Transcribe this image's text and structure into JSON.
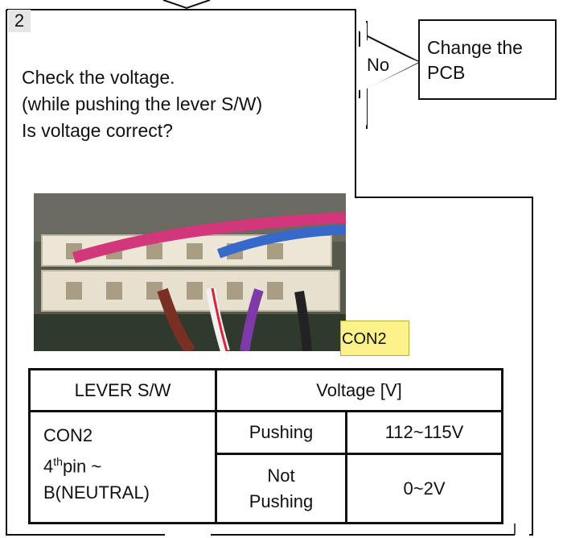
{
  "step": {
    "number": "2"
  },
  "question": {
    "line1": "Check the voltage.",
    "line2": "(while pushing the lever S/W)",
    "line3": "Is voltage correct?"
  },
  "branch": {
    "no_label": "No"
  },
  "action": {
    "line1": "Change the",
    "line2": "PCB"
  },
  "photo": {
    "connector_label": "CON2"
  },
  "table": {
    "header_col1": "LEVER S/W",
    "header_col2": "Voltage [V]",
    "pin_line1": "CON2",
    "pin_line2_num": "4",
    "pin_line2_sup": "th",
    "pin_line2_rest": "pin ~",
    "pin_line3": "B(NEUTRAL)",
    "rows": [
      {
        "state": "Pushing",
        "voltage": "112~115V"
      },
      {
        "state_line1": "Not",
        "state_line2": "Pushing",
        "voltage": "0~2V"
      }
    ]
  }
}
